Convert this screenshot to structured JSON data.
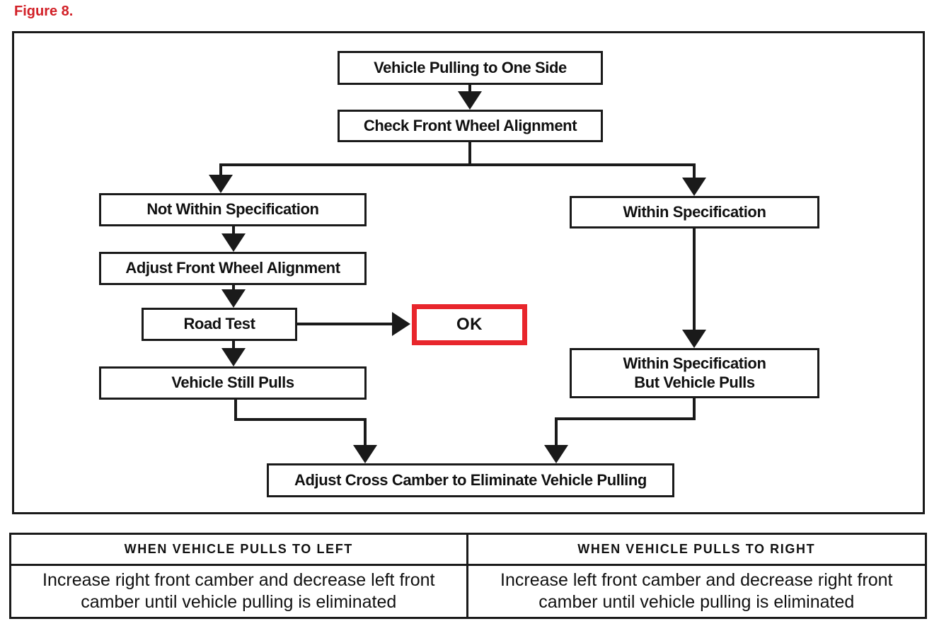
{
  "figure_label": "Figure 8.",
  "colors": {
    "figure_label_red": "#d22027",
    "ok_box_border_red": "#e8262c",
    "line_black": "#1a1a1a",
    "background": "#ffffff"
  },
  "flowchart": {
    "nodes": {
      "vehicle_pulling": "Vehicle Pulling to One Side",
      "check_alignment": "Check Front Wheel Alignment",
      "not_within_spec": "Not Within Specification",
      "adjust_front": "Adjust Front Wheel Alignment",
      "road_test": "Road Test",
      "ok": "OK",
      "vehicle_still_pulls": "Vehicle Still Pulls",
      "within_spec": "Within Specification",
      "within_spec_pulls": "Within Specification\nBut Vehicle Pulls",
      "adjust_cross_camber": "Adjust Cross Camber to Eliminate Vehicle Pulling"
    },
    "edges": [
      {
        "from": "vehicle_pulling",
        "to": "check_alignment"
      },
      {
        "from": "check_alignment",
        "to": "not_within_spec"
      },
      {
        "from": "check_alignment",
        "to": "within_spec"
      },
      {
        "from": "not_within_spec",
        "to": "adjust_front"
      },
      {
        "from": "adjust_front",
        "to": "road_test"
      },
      {
        "from": "road_test",
        "to": "ok"
      },
      {
        "from": "road_test",
        "to": "vehicle_still_pulls"
      },
      {
        "from": "within_spec",
        "to": "within_spec_pulls"
      },
      {
        "from": "vehicle_still_pulls",
        "to": "adjust_cross_camber"
      },
      {
        "from": "within_spec_pulls",
        "to": "adjust_cross_camber"
      }
    ]
  },
  "table": {
    "columns": [
      {
        "header": "WHEN VEHICLE PULLS TO LEFT",
        "body": "Increase right front camber and decrease left front camber until vehicle pulling is eliminated"
      },
      {
        "header": "WHEN VEHICLE PULLS TO RIGHT",
        "body": "Increase left front camber and decrease right front camber until vehicle pulling is eliminated"
      }
    ]
  }
}
